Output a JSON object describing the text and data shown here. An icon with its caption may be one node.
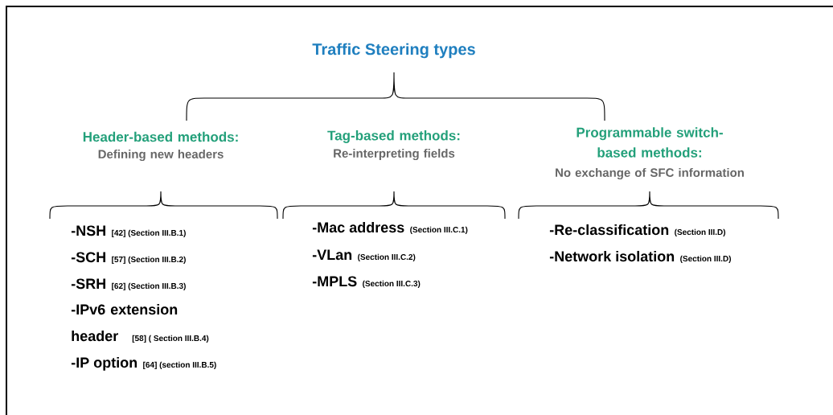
{
  "diagram": {
    "title": "Traffic Steering types",
    "labels": [
      "Header-based methods:",
      "Defining new headers",
      "Tag-based methods:",
      "Re-interpreting fields",
      "Programmable switch-based methods:",
      "No exchange of SFC information",
      "-NSH",
      "[42] (Section III.B.1)",
      "-SCH",
      "[57] (Section III.B.2)",
      "-SRH",
      "[62] (Section III.B.3)",
      "-IPv6 extension header",
      "[58] ( Section III.B.4)",
      "-IP option",
      "[64] (section III.B.5)",
      "-Mac address",
      "(Section III.C.1)",
      "-VLan",
      "(Section III.C.2)",
      "-MPLS",
      "(Section III.C.3)",
      "-Re-classification",
      "(Section III.D)",
      "-Network isolation",
      "(Section III.D)"
    ]
  }
}
